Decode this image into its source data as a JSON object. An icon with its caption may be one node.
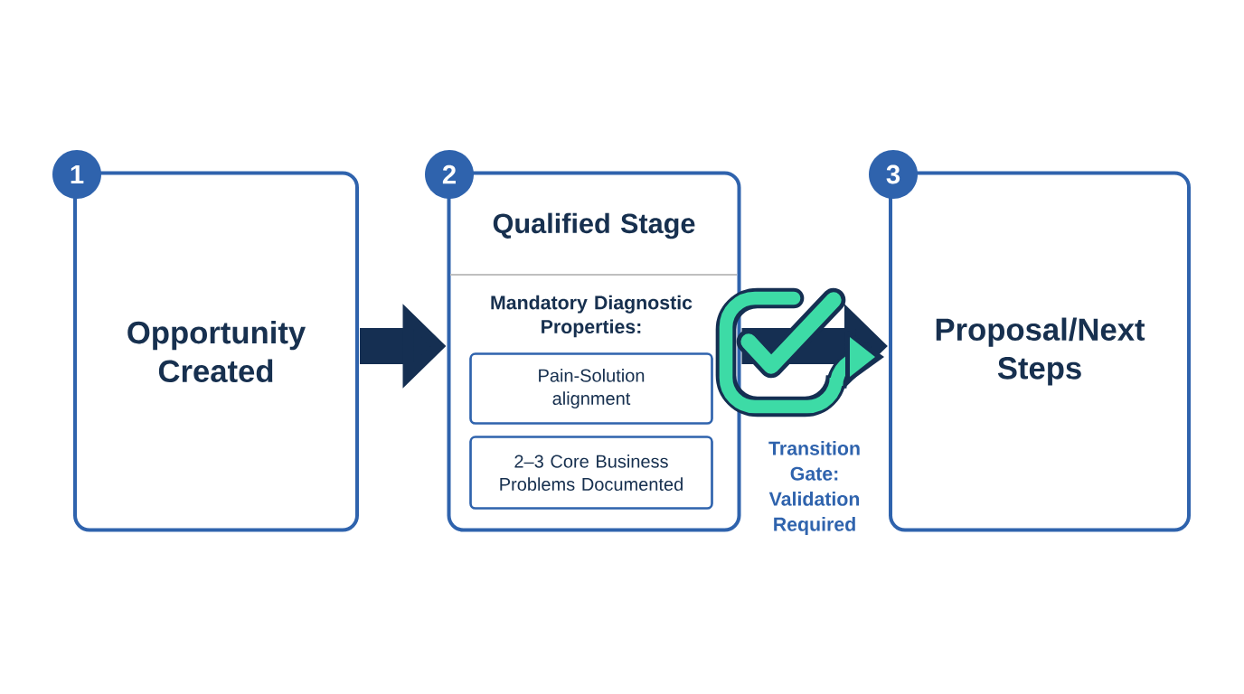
{
  "diagram": {
    "nodes": [
      {
        "text": [
          "1"
        ]
      },
      {
        "text": [
          "Opportunity Created"
        ]
      },
      {
        "text": [
          "2"
        ]
      },
      {
        "text": [
          "Qualified Stage",
          "Mandatory Diagnostic Properties:"
        ]
      },
      {
        "text": [
          "Pain-Solution alignment"
        ],
        "in": 3
      },
      {
        "text": [
          "2–3 Core Business Problems Documented"
        ],
        "in": 3
      },
      {
        "text": [
          "3"
        ]
      },
      {
        "text": [
          "Proposal/Next Steps"
        ]
      }
    ],
    "edges": [
      {
        "from": 1,
        "to": 3,
        "arrow": "to"
      },
      {
        "from": 3,
        "to": 7,
        "arrow": "to",
        "label": "Transition Gate: Validation Required"
      }
    ]
  }
}
